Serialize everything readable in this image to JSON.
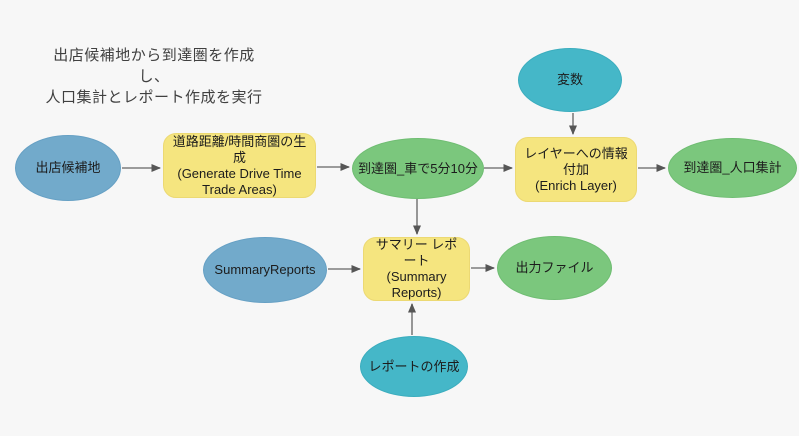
{
  "title": {
    "line1": "出店候補地から到達圏を作成し、",
    "line2": "人口集計とレポート作成を実行"
  },
  "nodes": {
    "site_candidates": {
      "label": "出店候補地",
      "type": "input"
    },
    "generate_drive_time": {
      "label_jp": "道路距離/時間商圏の生成",
      "label_en": "(Generate Drive Time Trade Areas)",
      "type": "tool"
    },
    "drive_time_area": {
      "label": "到達圏_車で5分10分",
      "type": "output"
    },
    "variable": {
      "label": "変数",
      "type": "variable"
    },
    "enrich_layer": {
      "label_jp": "レイヤーへの情報付加",
      "label_en": "(Enrich Layer)",
      "type": "tool"
    },
    "enriched_area": {
      "label": "到達圏_人口集計",
      "type": "output"
    },
    "summary_reports_input": {
      "label": "SummaryReports",
      "type": "input"
    },
    "summary_reports_tool": {
      "label_jp": "サマリー レポート",
      "label_en": "(Summary Reports)",
      "type": "tool"
    },
    "output_file": {
      "label": "出力ファイル",
      "type": "output"
    },
    "create_report": {
      "label": "レポートの作成",
      "type": "variable"
    }
  },
  "colors": {
    "background": "#f7f7f7",
    "input_blue": "#72aacb",
    "tool_yellow": "#f5e57f",
    "output_green": "#7bc77d",
    "variable_teal": "#45b7c8",
    "arrow_line": "#7d7d7d",
    "arrow_head": "#565656",
    "title_text": "#404040",
    "node_text": "#1c1c1c"
  }
}
